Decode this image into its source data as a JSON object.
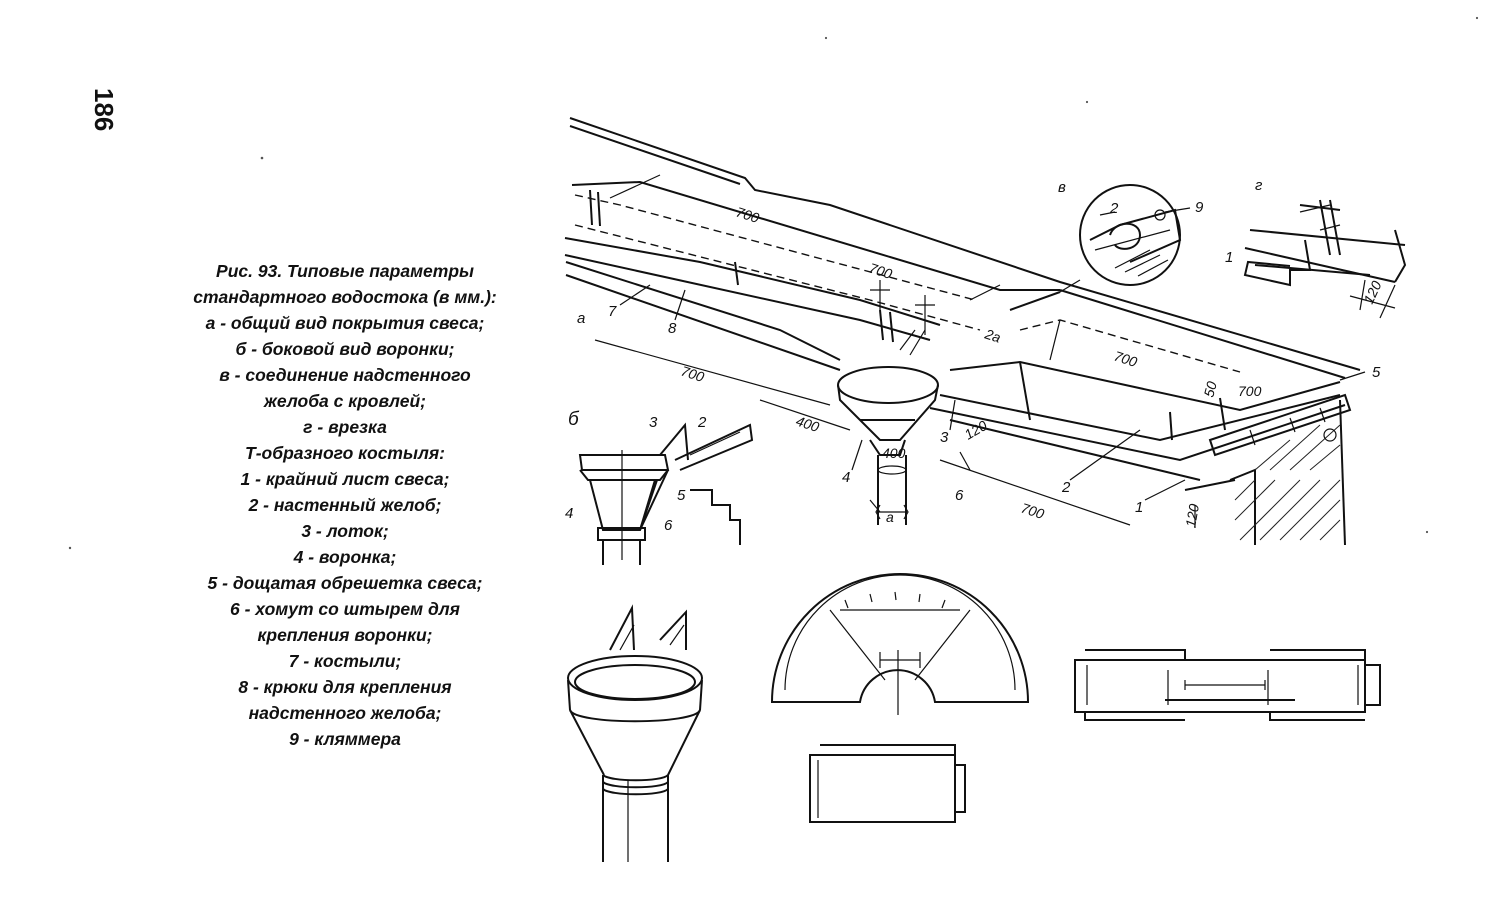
{
  "page_number": "186",
  "caption": {
    "lines": [
      "Рис. 93. Типовые параметры",
      "стандартного водостока (в мм.):",
      "а - общий вид покрытия свеса;",
      "б - боковой вид воронки;",
      "в - соединение надстенного",
      "желоба с кровлей;",
      "г - врезка",
      "Т-образного костыля:",
      "1 - крайний лист свеса;",
      "2 - настенный желоб;",
      "3 - лоток;",
      "4 - воронка;",
      "5 - дощатая обрешетка свеса;",
      "6 - хомут со штырем для",
      "крепления воронки;",
      "7 - костыли;",
      "8 - крюки для крепления",
      "надстенного желоба;",
      "9 - кляммера"
    ]
  },
  "drawing": {
    "view_labels": {
      "a": "а",
      "b": "б",
      "v": "в",
      "g": "г"
    },
    "dimensions": {
      "d700_top": "700",
      "d700_mid": "700",
      "d700_left_bottom": "700",
      "d400_bottom": "400",
      "d700_right_top": "700",
      "d700_right_end": "700",
      "d700_bottom_right": "700",
      "d400_funnel": "400",
      "d120_g": "120",
      "d120_roof": "120",
      "d120_eave": "120",
      "d50": "50",
      "d2a": "2а",
      "d_a": "а"
    },
    "part_numbers": {
      "p1": "1",
      "p2": "2",
      "p3": "3",
      "p4": "4",
      "p5": "5",
      "p6": "6",
      "p7": "7",
      "p8": "8",
      "p9": "9",
      "v2": "2",
      "g1": "1",
      "b2": "2",
      "b3": "3",
      "b4": "4",
      "b5": "5",
      "b6": "6"
    }
  }
}
